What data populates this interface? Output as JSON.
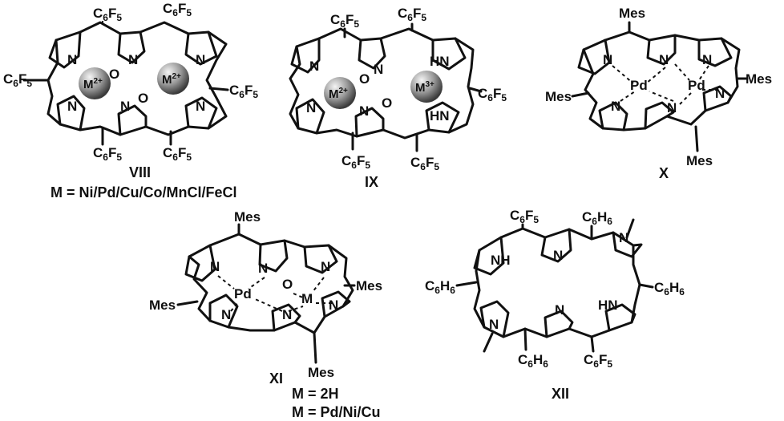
{
  "colors": {
    "ink": "#111111",
    "background": "#ffffff",
    "sphere_light": "#f4f4f4",
    "sphere_dark": "#3a3a3a"
  },
  "compounds": [
    {
      "id": "VIII",
      "label": "VIII",
      "metal_note": "M = Ni/Pd/Cu/Co/MnCl/FeCl",
      "ions": [
        "M2+",
        "M2+"
      ],
      "substituents": [
        "C6F5",
        "C6F5",
        "C6F5",
        "C6F5",
        "C6F5",
        "C6F5"
      ]
    },
    {
      "id": "IX",
      "label": "IX",
      "ions": [
        "M2+",
        "M3+"
      ],
      "substituents": [
        "C6F5",
        "C6F5",
        "C6F5",
        "C6F5",
        "C6F5"
      ]
    },
    {
      "id": "X",
      "label": "X",
      "metals": [
        "Pd",
        "Pd"
      ],
      "substituents": [
        "Mes",
        "Mes",
        "Mes",
        "Mes"
      ]
    },
    {
      "id": "XI",
      "label": "XI",
      "metal_notes": [
        "M = 2H",
        "M = Pd/Ni/Cu"
      ],
      "metals": [
        "Pd",
        "M"
      ],
      "substituents": [
        "Mes",
        "Mes",
        "Mes",
        "Mes"
      ]
    },
    {
      "id": "XII",
      "label": "XII",
      "substituents": [
        "C6F5",
        "C6H6",
        "C6H6",
        "C6H6",
        "C6H6",
        "C6F5"
      ]
    }
  ]
}
